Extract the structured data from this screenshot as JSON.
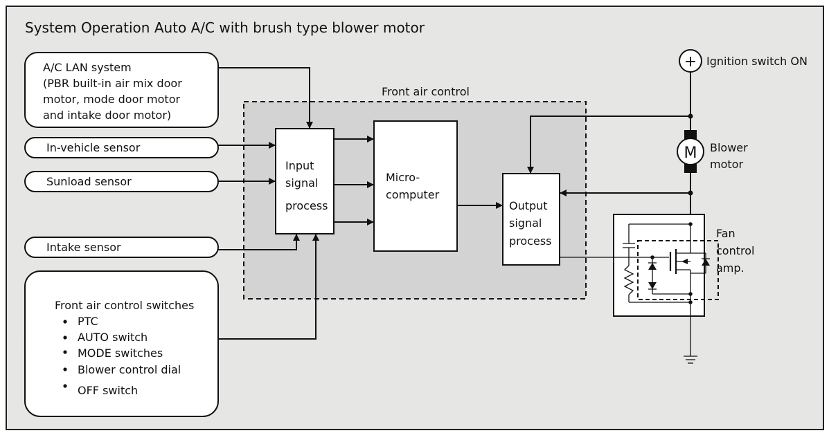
{
  "title": "System Operation Auto A/C with brush type blower motor",
  "front_air_control_label": "Front air control",
  "lan_box": {
    "lines": [
      "A/C LAN system",
      "(PBR built-in air mix door",
      "motor, mode door motor",
      "and intake door motor)"
    ]
  },
  "sensors": {
    "in_vehicle": "In-vehicle sensor",
    "sunload": "Sunload sensor",
    "intake": "Intake sensor"
  },
  "switches_box": {
    "heading": "Front air control switches",
    "items": [
      "PTC",
      "AUTO switch",
      "MODE switches",
      "Blower control dial",
      "OFF switch"
    ]
  },
  "input_block": {
    "lines": [
      "Input",
      "signal",
      "process"
    ]
  },
  "micro_block": {
    "lines": [
      "Micro-",
      "computer"
    ]
  },
  "output_block": {
    "lines": [
      "Output",
      "signal",
      "process"
    ]
  },
  "ignition": {
    "symbol": "+",
    "label": "Ignition switch ON"
  },
  "blower": {
    "symbol": "M",
    "lines": [
      "Blower",
      "motor"
    ]
  },
  "fan_amp": {
    "lines": [
      "Fan",
      "control",
      "amp."
    ]
  },
  "colors": {
    "background": "#e6e6e4",
    "front_control_fill": "#d3d3d4",
    "line": "#111111",
    "box_fill": "#ffffff"
  }
}
